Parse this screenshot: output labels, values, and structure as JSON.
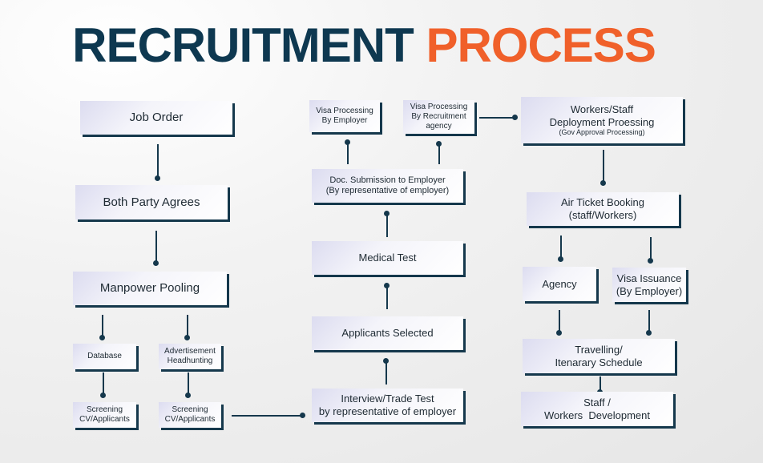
{
  "title": {
    "part1": "RECRUITMENT",
    "part2": "PROCESS"
  },
  "colors": {
    "title_primary": "#0e3850",
    "title_accent": "#f0602a",
    "connector": "#15384c"
  },
  "left_column": {
    "job_order": "Job Order",
    "both_party_agrees": "Both Party Agrees",
    "manpower_pooling": "Manpower Pooling",
    "database": "Database",
    "advertisement": [
      "Advertisement",
      "Headhunting"
    ],
    "screening_1": [
      "Screening",
      "CV/Applicants"
    ],
    "screening_2": [
      "Screening",
      "CV/Applicants"
    ]
  },
  "center_column": {
    "visa_employer": [
      "Visa Processing",
      "By Employer"
    ],
    "visa_agency": [
      "Visa Processing",
      "By Recruitment",
      "agency"
    ],
    "doc_submission": [
      "Doc. Submission to Employer",
      "(By representative of employer)"
    ],
    "medical_test": "Medical Test",
    "applicants_selected": "Applicants Selected",
    "interview": [
      "Interview/Trade Test",
      "by representative of employer"
    ]
  },
  "right_column": {
    "deployment": [
      "Workers/Staff",
      "Deployment Proessing",
      "(Gov Approval Processing)"
    ],
    "air_ticket": [
      "Air Ticket Booking",
      "(staff/Workers)"
    ],
    "agency": "Agency",
    "visa_issuance": [
      "Visa Issuance",
      "(By Employer)"
    ],
    "travelling": [
      "Travelling/",
      "Itenarary Schedule"
    ],
    "staff_development": [
      "Staff /",
      "Workers  Development"
    ]
  }
}
